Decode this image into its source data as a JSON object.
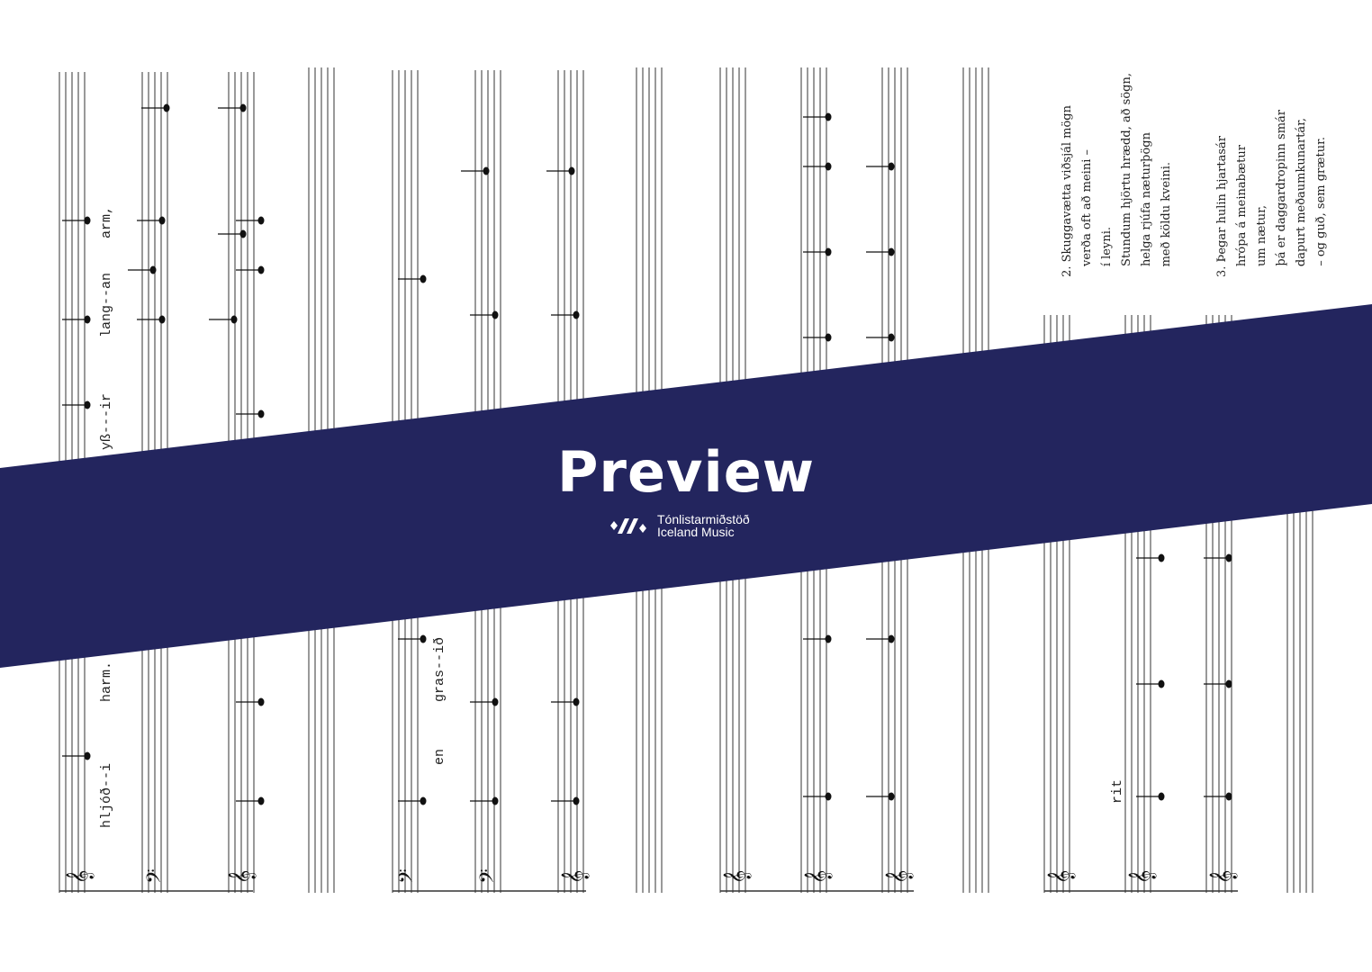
{
  "banner": {
    "title": "Preview",
    "logo_line1": "Tónlistarmiðstöð",
    "logo_line2": "Iceland Music",
    "color": "#23255e"
  },
  "score": {
    "lyrics": [
      "hljóð--i",
      "harm.",
      "yß---ir",
      "lang--an",
      "arm,",
      "en",
      "gras--ið",
      "rit"
    ]
  },
  "poem": {
    "stanza2": [
      "2. Skuggavætta viðsjál mögn",
      "verða oft að meini –",
      "í leyni.",
      "Stundum hjörtu hrædd, að sögn,",
      "helga rjúfa næturþögn",
      "með köldu kveini."
    ],
    "stanza3": [
      "3. Þegar hulin hjartasár",
      "hrópa á meinabætur",
      "um nætur,",
      "þá er daggardropinn smár",
      "dapurt meðaumkunartár,",
      "– og guð, sem grætur."
    ]
  }
}
